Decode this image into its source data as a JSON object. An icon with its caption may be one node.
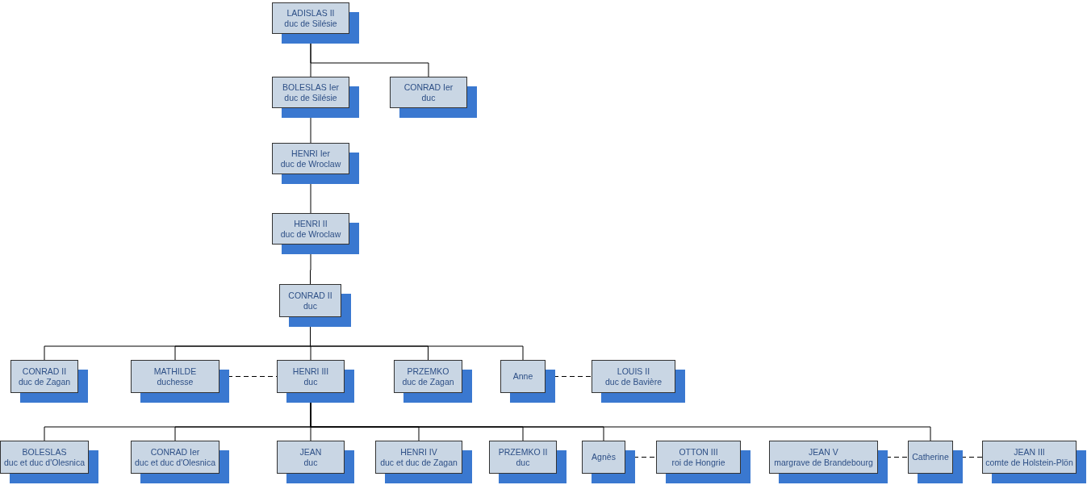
{
  "diagram": {
    "nodes": [
      {
        "text": [
          "LADISLAS II",
          "duc de Silésie"
        ]
      },
      {
        "text": [
          "BOLESLAS Ier",
          "duc de Silésie"
        ]
      },
      {
        "text": [
          "CONRAD Ier",
          "duc"
        ]
      },
      {
        "text": [
          "HENRI Ier",
          "duc de Wroclaw"
        ]
      },
      {
        "text": [
          "HENRI II",
          "duc de Wroclaw"
        ]
      },
      {
        "text": [
          "CONRAD II",
          "duc"
        ]
      },
      {
        "text": [
          "CONRAD II",
          "duc de Zagan"
        ]
      },
      {
        "text": [
          "MATHILDE",
          "duchesse"
        ]
      },
      {
        "text": [
          "HENRI III",
          "duc"
        ]
      },
      {
        "text": [
          "PRZEMKO",
          "duc de Zagan"
        ]
      },
      {
        "text": [
          "Anne"
        ]
      },
      {
        "text": [
          "LOUIS II",
          "duc de Bavière"
        ]
      },
      {
        "text": [
          "BOLESLAS",
          "duc et duc d'Olesnica"
        ]
      },
      {
        "text": [
          "CONRAD Ier",
          "duc et duc d'Olesnica"
        ]
      },
      {
        "text": [
          "JEAN",
          "duc"
        ]
      },
      {
        "text": [
          "HENRI IV",
          "duc et duc de Zagan"
        ]
      },
      {
        "text": [
          "PRZEMKO II",
          "duc"
        ]
      },
      {
        "text": [
          "Agnès"
        ]
      },
      {
        "text": [
          "OTTON III",
          "roi de Hongrie"
        ]
      },
      {
        "text": [
          "JEAN V",
          "margrave de Brandebourg"
        ]
      },
      {
        "text": [
          "Catherine"
        ]
      },
      {
        "text": [
          "JEAN III",
          "comte de Holstein-Plön"
        ]
      }
    ],
    "edges": [
      {
        "from": 0,
        "to": 1,
        "arrow": "none"
      },
      {
        "from": 0,
        "to": 2,
        "arrow": "none"
      },
      {
        "from": 1,
        "to": 3,
        "arrow": "none"
      },
      {
        "from": 3,
        "to": 4,
        "arrow": "none"
      },
      {
        "from": 4,
        "to": 5,
        "arrow": "none"
      },
      {
        "from": 5,
        "to": 6,
        "arrow": "none"
      },
      {
        "from": 5,
        "to": 7,
        "arrow": "none"
      },
      {
        "from": 5,
        "to": 8,
        "arrow": "none"
      },
      {
        "from": 5,
        "to": 9,
        "arrow": "none"
      },
      {
        "from": 5,
        "to": 10,
        "arrow": "none"
      },
      {
        "from": 7,
        "to": 8,
        "arrow": "none",
        "style": "dashed"
      },
      {
        "from": 10,
        "to": 11,
        "arrow": "none",
        "style": "dashed"
      },
      {
        "from": 8,
        "to": 12,
        "arrow": "none"
      },
      {
        "from": 8,
        "to": 13,
        "arrow": "none"
      },
      {
        "from": 8,
        "to": 14,
        "arrow": "none"
      },
      {
        "from": 8,
        "to": 15,
        "arrow": "none"
      },
      {
        "from": 8,
        "to": 16,
        "arrow": "none"
      },
      {
        "from": 8,
        "to": 17,
        "arrow": "none"
      },
      {
        "from": 8,
        "to": 20,
        "arrow": "none"
      },
      {
        "from": 17,
        "to": 18,
        "arrow": "none",
        "style": "dashed"
      },
      {
        "from": 19,
        "to": 20,
        "arrow": "none",
        "style": "dashed"
      },
      {
        "from": 20,
        "to": 21,
        "arrow": "none",
        "style": "dashed"
      }
    ]
  }
}
